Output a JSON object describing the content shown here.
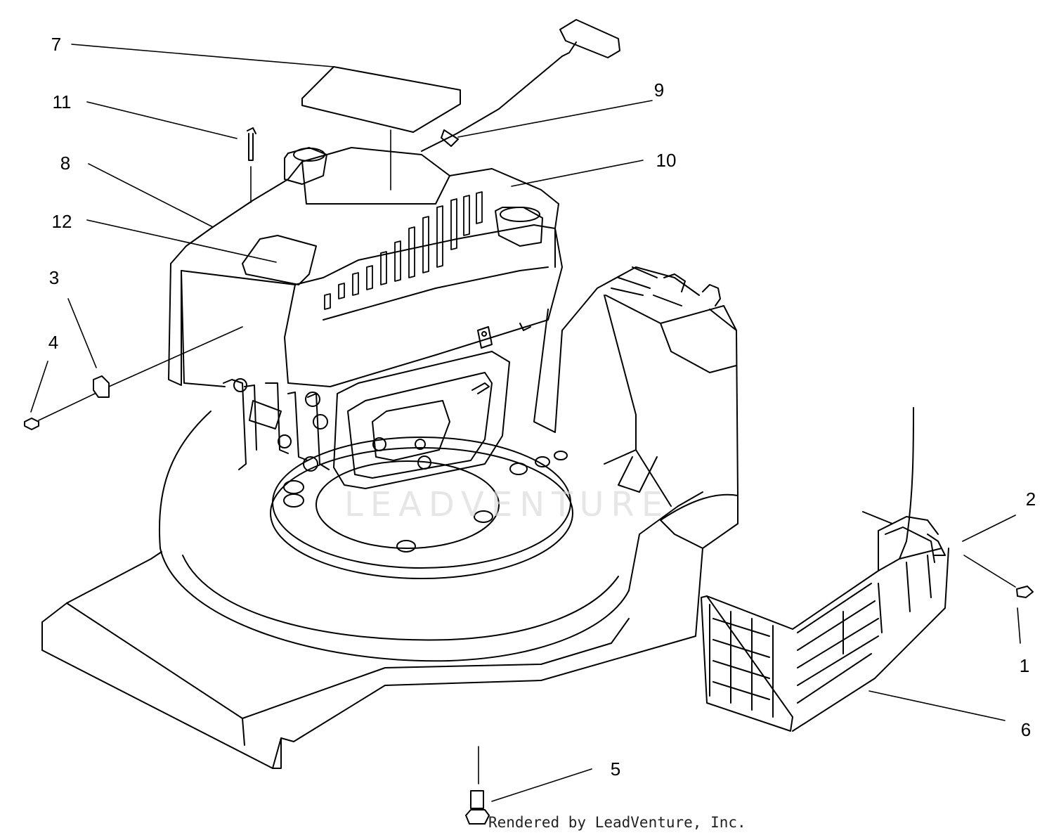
{
  "diagram": {
    "callouts": [
      {
        "id": "7",
        "label": "7"
      },
      {
        "id": "11",
        "label": "11"
      },
      {
        "id": "8",
        "label": "8"
      },
      {
        "id": "12",
        "label": "12"
      },
      {
        "id": "3",
        "label": "3"
      },
      {
        "id": "4",
        "label": "4"
      },
      {
        "id": "9",
        "label": "9"
      },
      {
        "id": "10",
        "label": "10"
      },
      {
        "id": "2",
        "label": "2"
      },
      {
        "id": "1",
        "label": "1"
      },
      {
        "id": "6",
        "label": "6"
      },
      {
        "id": "5",
        "label": "5"
      }
    ],
    "watermark": "LEADVENTURE",
    "credit": "Rendered by LeadVenture, Inc.",
    "colors": {
      "line": "#000000",
      "background": "#ffffff",
      "watermark": "#d9d9d9"
    }
  }
}
